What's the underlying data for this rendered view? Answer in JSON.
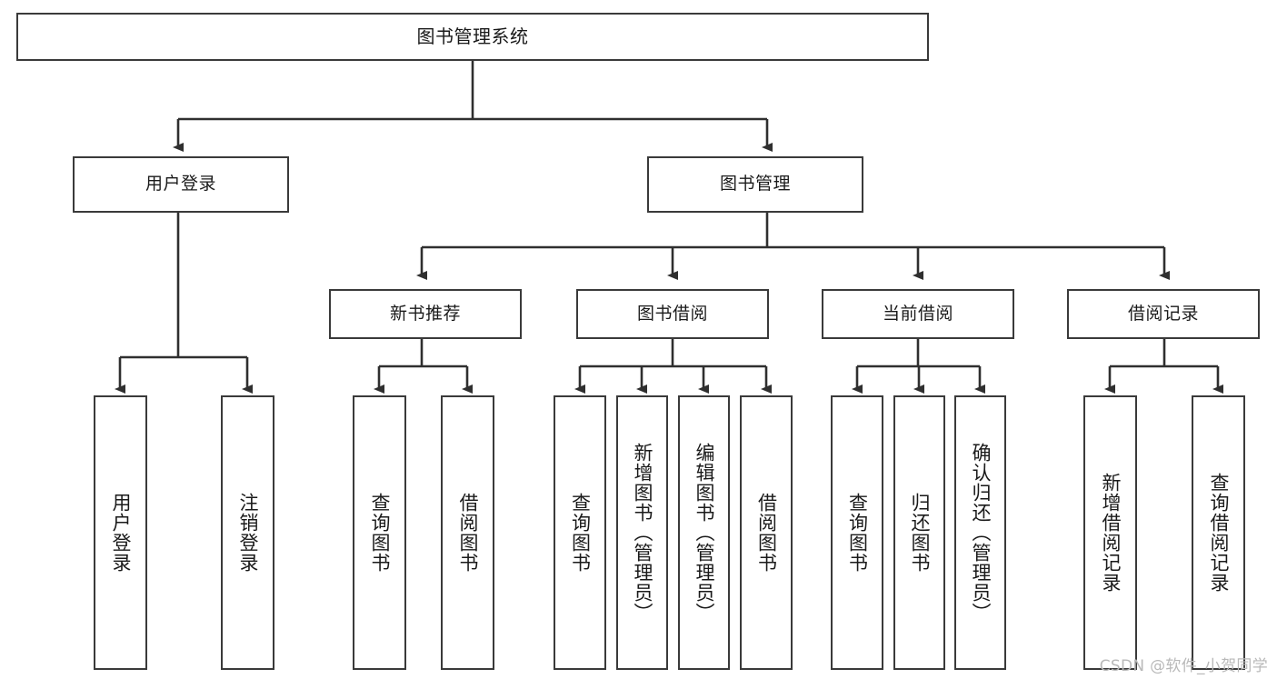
{
  "diagram": {
    "title": "图书管理系统",
    "type": "tree-hierarchy-chart",
    "watermark": "CSDN @软件_小贺同学",
    "colors": {
      "box_border": "#3a3a3a",
      "box_fill": "#ffffff",
      "edge": "#2f2f2f",
      "text": "#1a1a1a",
      "watermark": "#b9b9b9",
      "background": "#ffffff"
    },
    "nodes": {
      "root": {
        "label": "图书管理系统"
      },
      "level2": [
        {
          "id": "user-login",
          "label": "用户登录"
        },
        {
          "id": "book-manage",
          "label": "图书管理"
        }
      ],
      "level3": [
        {
          "id": "new-book-recommend",
          "label": "新书推荐"
        },
        {
          "id": "book-borrow",
          "label": "图书借阅"
        },
        {
          "id": "current-borrow",
          "label": "当前借阅"
        },
        {
          "id": "borrow-record",
          "label": "借阅记录"
        }
      ],
      "leaves": [
        {
          "id": "leaf-user-login",
          "label": "用户登录"
        },
        {
          "id": "leaf-user-logout",
          "label": "注销登录"
        },
        {
          "id": "leaf-query-book-1",
          "label": "查询图书"
        },
        {
          "id": "leaf-borrow-book-1",
          "label": "借阅图书"
        },
        {
          "id": "leaf-query-book-2",
          "label": "查询图书"
        },
        {
          "id": "leaf-add-book",
          "label": "新增图书（管理员）"
        },
        {
          "id": "leaf-edit-book",
          "label": "编辑图书（管理员）"
        },
        {
          "id": "leaf-borrow-book-2",
          "label": "借阅图书"
        },
        {
          "id": "leaf-query-book-3",
          "label": "查询图书"
        },
        {
          "id": "leaf-return-book",
          "label": "归还图书"
        },
        {
          "id": "leaf-confirm-return",
          "label": "确认归还（管理员）"
        },
        {
          "id": "leaf-add-record",
          "label": "新增借阅记录"
        },
        {
          "id": "leaf-query-record",
          "label": "查询借阅记录"
        }
      ]
    }
  }
}
